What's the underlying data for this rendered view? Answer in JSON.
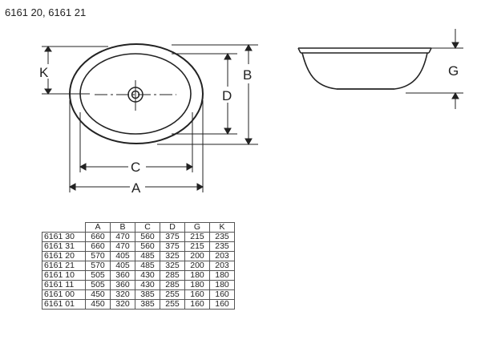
{
  "title": "6161 20, 6161 21",
  "labels": {
    "K": "K",
    "B": "B",
    "D": "D",
    "C": "C",
    "A": "A",
    "G": "G"
  },
  "table": {
    "columns": [
      "A",
      "B",
      "C",
      "D",
      "G",
      "K"
    ],
    "rows": [
      {
        "model": "6161 30",
        "values": [
          "660",
          "470",
          "560",
          "375",
          "215",
          "235"
        ]
      },
      {
        "model": "6161 31",
        "values": [
          "660",
          "470",
          "560",
          "375",
          "215",
          "235"
        ]
      },
      {
        "model": "6161 20",
        "values": [
          "570",
          "405",
          "485",
          "325",
          "200",
          "203"
        ]
      },
      {
        "model": "6161 21",
        "values": [
          "570",
          "405",
          "485",
          "325",
          "200",
          "203"
        ]
      },
      {
        "model": "6161 10",
        "values": [
          "505",
          "360",
          "430",
          "285",
          "180",
          "180"
        ]
      },
      {
        "model": "6161 11",
        "values": [
          "505",
          "360",
          "430",
          "285",
          "180",
          "180"
        ]
      },
      {
        "model": "6161 00",
        "values": [
          "450",
          "320",
          "385",
          "255",
          "160",
          "160"
        ]
      },
      {
        "model": "6161 01",
        "values": [
          "450",
          "320",
          "385",
          "255",
          "160",
          "160"
        ]
      }
    ]
  }
}
